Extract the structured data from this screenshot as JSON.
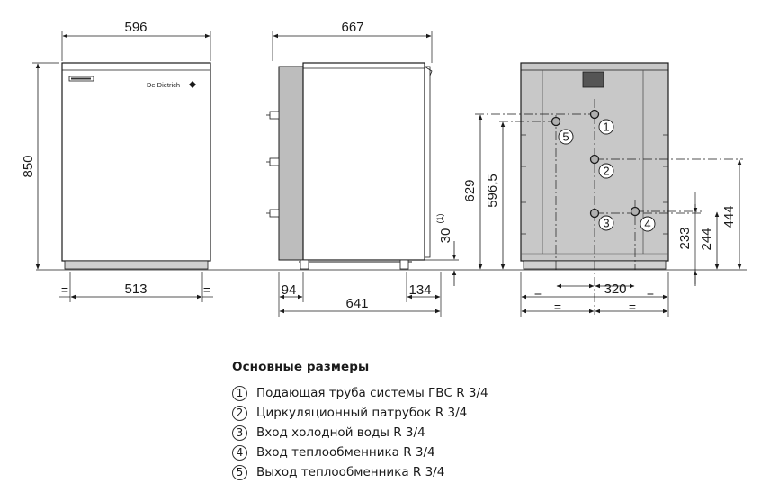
{
  "front_view": {
    "width": "596",
    "height": "850",
    "feet_spacing": "513",
    "equal_mark": "="
  },
  "side_view": {
    "depth": "667",
    "base_length": "641",
    "offset_left": "94",
    "offset_right": "134",
    "foot_height": "30",
    "note_ref": "(1)"
  },
  "rear_view": {
    "height_inlet_1": "629",
    "height_outlet_5": "596,5",
    "height_right": "444",
    "height_outlet_4": "244",
    "height_inlet_3": "233",
    "spacing": "320",
    "equal_mark": "="
  },
  "brand_logo": "De Dietrich",
  "connection_numbers": [
    "1",
    "2",
    "3",
    "4",
    "5"
  ],
  "legend": {
    "title": "Основные размеры",
    "items": [
      {
        "num": "1",
        "label": "Подающая труба системы ГВС R 3/4"
      },
      {
        "num": "2",
        "label": "Циркуляционный патрубок R 3/4"
      },
      {
        "num": "3",
        "label": "Вход холодной воды R 3/4"
      },
      {
        "num": "4",
        "label": "Вход теплообменника R 3/4"
      },
      {
        "num": "5",
        "label": "Выход теплообменника R 3/4"
      }
    ]
  },
  "colors": {
    "panel_gray": "#c8c8c8",
    "line": "#1a1a1a",
    "side_gray": "#bdbdbd"
  }
}
